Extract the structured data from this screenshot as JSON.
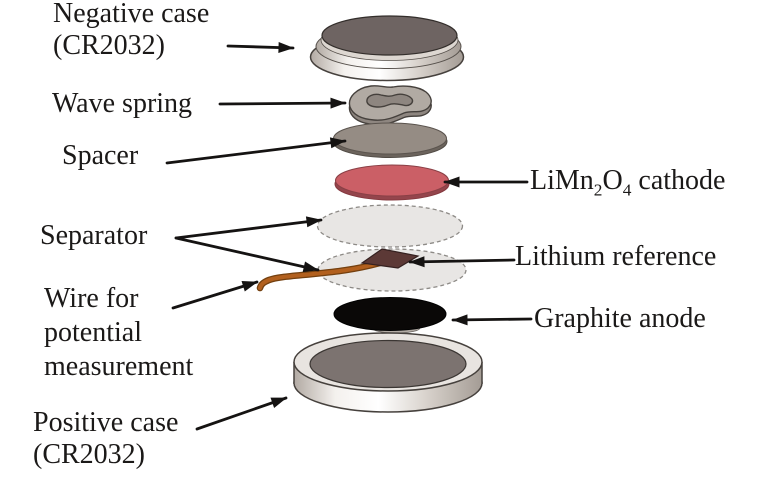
{
  "labels": {
    "negative_case": {
      "line1": "Negative case",
      "line2": "(CR2032)"
    },
    "wave_spring": "Wave spring",
    "spacer": "Spacer",
    "cathode": {
      "pre": "LiMn",
      "sub1": "2",
      "mid": "O",
      "sub2": "4",
      "post": " cathode"
    },
    "separator": "Separator",
    "lithium_reference": "Lithium reference",
    "wire": {
      "line1": "Wire for",
      "line2": "potential",
      "line3": "measurement"
    },
    "graphite_anode": "Graphite anode",
    "positive_case": {
      "line1": "Positive case",
      "line2": "(CR2032)"
    }
  },
  "components_stack_order": [
    "Negative case (CR2032)",
    "Wave spring",
    "Spacer",
    "LiMn2O4 cathode",
    "Separator",
    "Lithium reference",
    "Wire for potential measurement",
    "Separator",
    "Graphite anode",
    "Positive case (CR2032)"
  ],
  "colors": {
    "background": "#ffffff",
    "text": "#1b1918",
    "arrow": "#151312",
    "negative_case_top": "#6e6462",
    "metal_light": "#f4f1ee",
    "metal_dark": "#b2aaa3",
    "wave_spring_top": "#b1aaa3",
    "wave_spring_side": "#8e8680",
    "spacer": "#958c84",
    "spacer_edge": "#6b635c",
    "cathode": "#cb5f66",
    "cathode_edge": "#94454c",
    "separator": "#e8e6e4",
    "separator_edge": "#8d8a86",
    "lithium_reference": "#5c3936",
    "wire": "#b2601e",
    "wire_outline": "#74400f",
    "graphite": "#0a0807",
    "case_inner": "#7c7370"
  }
}
